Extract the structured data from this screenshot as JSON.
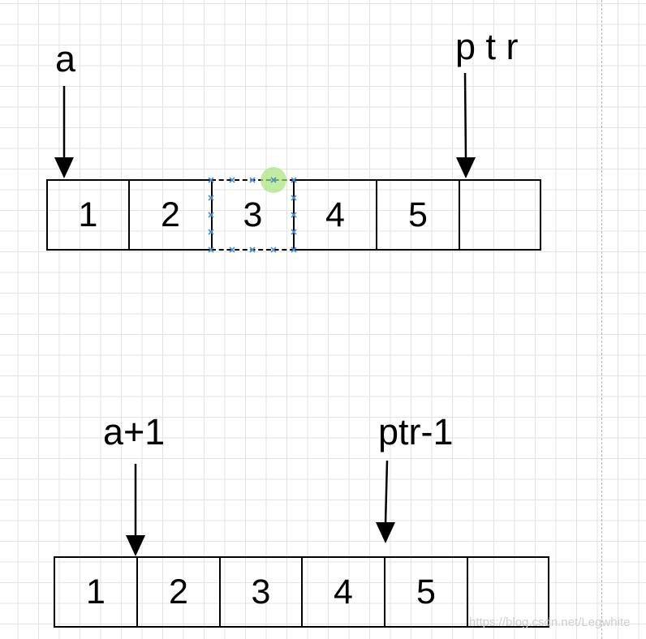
{
  "top_array": {
    "cells": [
      "1",
      "2",
      "3",
      "4",
      "5",
      ""
    ],
    "selected_cell_index": 2
  },
  "bottom_array": {
    "cells": [
      "1",
      "2",
      "3",
      "4",
      "5",
      ""
    ]
  },
  "pointers": {
    "a": "a",
    "ptr": "p t r",
    "a_plus_1": "a+1",
    "ptr_minus_1": "ptr-1"
  },
  "watermark": "https://blog.csdn.net/Legwhite",
  "colors": {
    "stroke": "#000000",
    "grid": "#e3e3e3",
    "selection_handles": "#4a90d9",
    "hover_marker": "#a8e27a"
  }
}
